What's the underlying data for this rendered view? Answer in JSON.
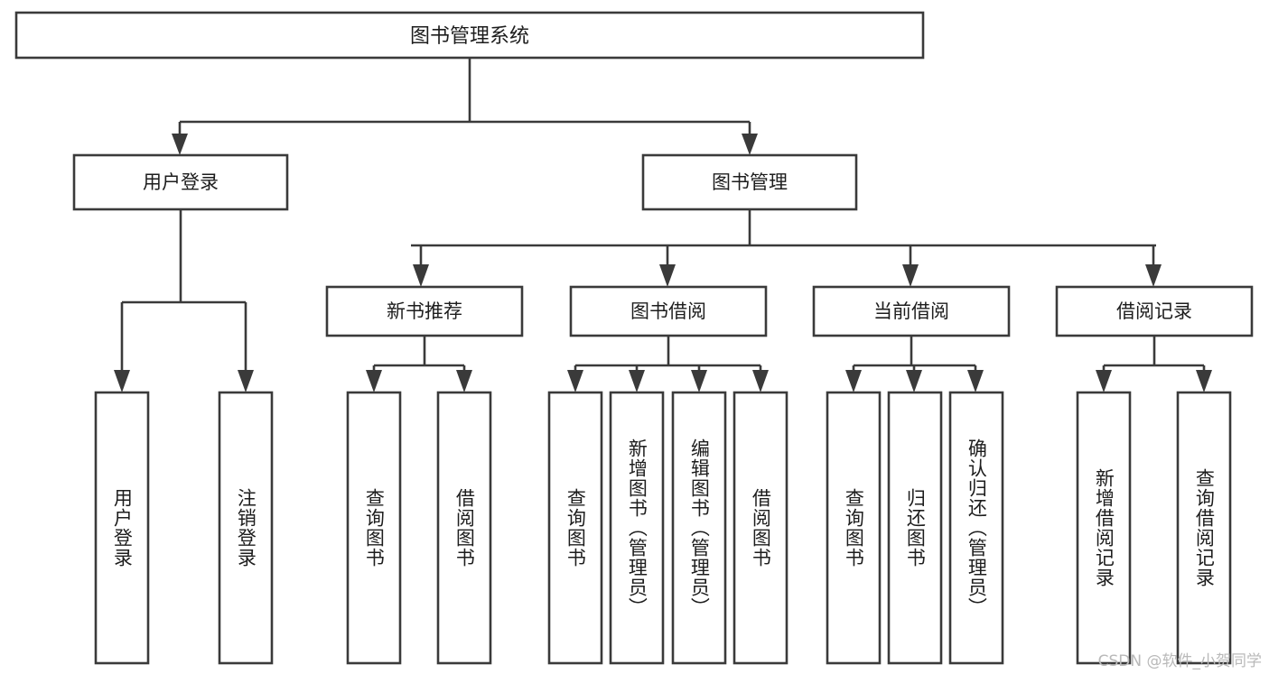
{
  "diagram": {
    "type": "tree",
    "title_node": {
      "label": "图书管理系统"
    },
    "level2": [
      {
        "label": "用户登录"
      },
      {
        "label": "图书管理"
      }
    ],
    "level3": [
      {
        "label": "新书推荐"
      },
      {
        "label": "图书借阅"
      },
      {
        "label": "当前借阅"
      },
      {
        "label": "借阅记录"
      }
    ],
    "leaves": {
      "user_login": [
        {
          "label": "用户登录"
        },
        {
          "label": "注销登录"
        }
      ],
      "new_book": [
        {
          "label": "查询图书"
        },
        {
          "label": "借阅图书"
        }
      ],
      "borrow_book": [
        {
          "label": "查询图书"
        },
        {
          "label": "新增图书（管理员）"
        },
        {
          "label": "编辑图书（管理员）"
        },
        {
          "label": "借阅图书"
        }
      ],
      "current_borrow": [
        {
          "label": "查询图书"
        },
        {
          "label": "归还图书"
        },
        {
          "label": "确认归还（管理员）"
        }
      ],
      "borrow_record": [
        {
          "label": "新增借阅记录"
        },
        {
          "label": "查询借阅记录"
        }
      ]
    }
  },
  "watermark": {
    "text": "CSDN @软件_小贺同学"
  },
  "colors": {
    "stroke": "#3a3a3a",
    "fill": "#ffffff",
    "text": "#1d1d1d",
    "watermark": "#b9b9b9"
  }
}
